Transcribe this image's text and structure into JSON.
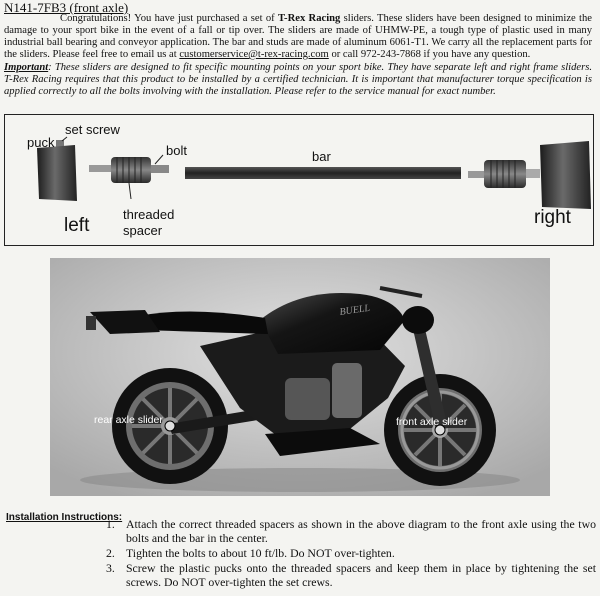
{
  "part_number": "N141-7FB3 (front axle)",
  "intro": {
    "pre_brand": "Congratulations! You have just purchased a set of ",
    "brand": "T-Rex Racing",
    "post_brand": " sliders. These sliders have been designed to minimize the damage to your sport bike in the event of a fall or tip over.  The sliders are made of UHMW-PE, a tough type of plastic used in many industrial ball bearing and conveyor application. The bar and studs are made of aluminum 6061-T1.  We carry all the replacement parts for the sliders.  Please feel free to email us at ",
    "email": "customerservice@t-rex-racing.com",
    "post_email": " or call 972-243-7868 if you have any question."
  },
  "important": {
    "label": "Important",
    "text": ":  These sliders are designed to fit specific mounting points on your sport bike. They have separate left and right frame sliders.  T-Rex Racing requires that this product to be installed by a certified technician.  It is important that manufacturer torque specification is applied correctly to all the bolts involving with the installation. Please refer to the service manual for exact number."
  },
  "diagram": {
    "puck": "puck",
    "set_screw": "set screw",
    "bolt": "bolt",
    "bar": "bar",
    "threaded": "threaded",
    "spacer": "spacer",
    "left": "left",
    "right": "right"
  },
  "photo": {
    "rear_label": "rear axle slider",
    "front_label": "front axle slider",
    "tank_badge": "BUELL"
  },
  "installation": {
    "heading": "Installation Instructions:",
    "steps": [
      {
        "num": "1.",
        "text": "Attach the correct threaded spacers as shown in the above diagram to the front axle using the two bolts and the bar in the center."
      },
      {
        "num": "2.",
        "text": "Tighten the bolts to about 10 ft/lb.  Do NOT over-tighten."
      },
      {
        "num": "3.",
        "text": "Screw the plastic pucks onto the threaded spacers and keep them in place by tightening the set screws.  Do NOT over-tighten the set crews."
      }
    ]
  }
}
